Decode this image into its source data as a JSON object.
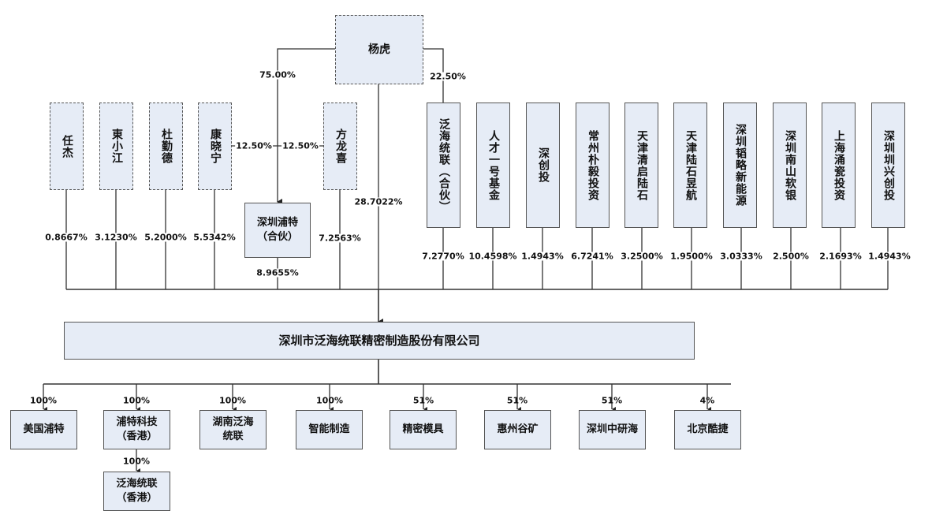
{
  "diagram": {
    "type": "ownership-structure",
    "controller": {
      "name": "杨虎",
      "to_shenzhen_pute": "75.00%",
      "to_fanhai_tonglian": "22.50%",
      "to_company": "28.7022%"
    },
    "left_shareholders": [
      {
        "name": "任杰",
        "pct": "0.8667%"
      },
      {
        "name": "東小江",
        "pct": "3.1230%"
      },
      {
        "name": "杜勤德",
        "pct": "5.2000%"
      },
      {
        "name": "康晓宁",
        "pct": "5.5342%",
        "to_pute": "12.50%"
      },
      {
        "name": "方龙喜",
        "pct": "7.2563%",
        "to_pute": "12.50%"
      }
    ],
    "pute_partnership": {
      "name_line1": "深圳浦特",
      "name_line2": "（合伙）",
      "pct": "8.9655%"
    },
    "right_shareholders": [
      {
        "name": "泛海统联（合伙）",
        "pct": "7.2770%"
      },
      {
        "name": "人才一号基金",
        "pct": "10.4598%"
      },
      {
        "name": "深创投",
        "pct": "1.4943%"
      },
      {
        "name": "常州朴毅投资",
        "pct": "6.7241%"
      },
      {
        "name": "天津清启陆石",
        "pct": "3.2500%"
      },
      {
        "name": "天津陆石昱航",
        "pct": "1.9500%"
      },
      {
        "name": "深圳韬略新能源",
        "pct": "3.0333%"
      },
      {
        "name": "深圳南山软银",
        "pct": "2.500%"
      },
      {
        "name": "上海涌瓷投资",
        "pct": "2.1693%"
      },
      {
        "name": "深圳圳兴创投",
        "pct": "1.4943%"
      }
    ],
    "company": {
      "name": "深圳市泛海统联精密制造股份有限公司"
    },
    "subsidiaries": [
      {
        "line1": "美国浦特",
        "line2": "",
        "pct": "100%"
      },
      {
        "line1": "浦特科技",
        "line2": "（香港）",
        "pct": "100%"
      },
      {
        "line1": "湖南泛海",
        "line2": "统联",
        "pct": "100%"
      },
      {
        "line1": "智能制造",
        "line2": "",
        "pct": "100%"
      },
      {
        "line1": "精密模具",
        "line2": "",
        "pct": "51%"
      },
      {
        "line1": "惠州谷矿",
        "line2": "",
        "pct": "51%"
      },
      {
        "line1": "深圳中研海",
        "line2": "",
        "pct": "51%"
      },
      {
        "line1": "北京酷捷",
        "line2": "",
        "pct": "4%"
      }
    ],
    "sub_subsidiary": {
      "line1": "泛海统联",
      "line2": "（香港）",
      "pct": "100%",
      "parent": "浦特科技（香港）"
    },
    "colors": {
      "box_fill": "#e6ecf6",
      "line": "#333333",
      "border": "#555555"
    }
  }
}
